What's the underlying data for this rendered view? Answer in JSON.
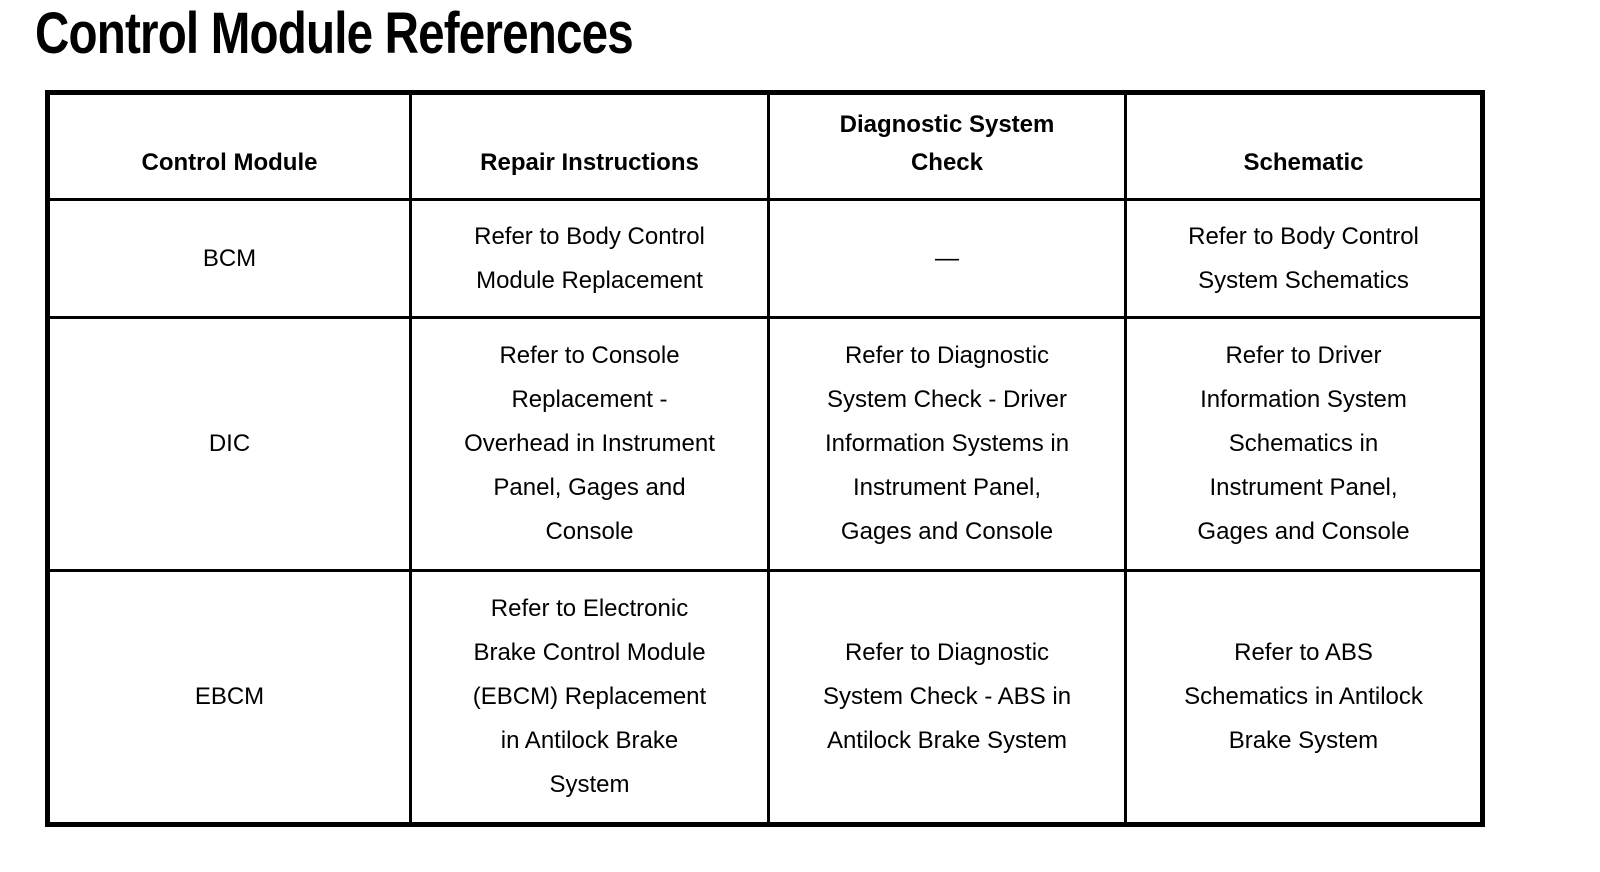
{
  "page": {
    "title": "Control Module References",
    "background_color": "#ffffff",
    "text_color": "#000000",
    "border_color": "#000000"
  },
  "table": {
    "headers": {
      "control_module": "Control Module",
      "repair_instructions": "Repair Instructions",
      "diagnostic_system_check": "Diagnostic System\nCheck",
      "schematic": "Schematic"
    },
    "rows": [
      {
        "control_module": "BCM",
        "repair_instructions": "Refer to Body Control\nModule Replacement",
        "diagnostic_system_check": "—",
        "schematic": "Refer to Body Control\nSystem Schematics"
      },
      {
        "control_module": "DIC",
        "repair_instructions": "Refer to Console\nReplacement -\nOverhead in Instrument\nPanel, Gages and\nConsole",
        "diagnostic_system_check": "Refer to Diagnostic\nSystem Check - Driver\nInformation Systems in\nInstrument Panel,\nGages and Console",
        "schematic": "Refer to Driver\nInformation System\nSchematics in\nInstrument Panel,\nGages and Console"
      },
      {
        "control_module": "EBCM",
        "repair_instructions": "Refer to Electronic\nBrake Control Module\n(EBCM) Replacement\nin Antilock Brake\nSystem",
        "diagnostic_system_check": "Refer to Diagnostic\nSystem Check - ABS in\nAntilock Brake System",
        "schematic": "Refer to ABS\nSchematics in Antilock\nBrake System"
      }
    ]
  }
}
